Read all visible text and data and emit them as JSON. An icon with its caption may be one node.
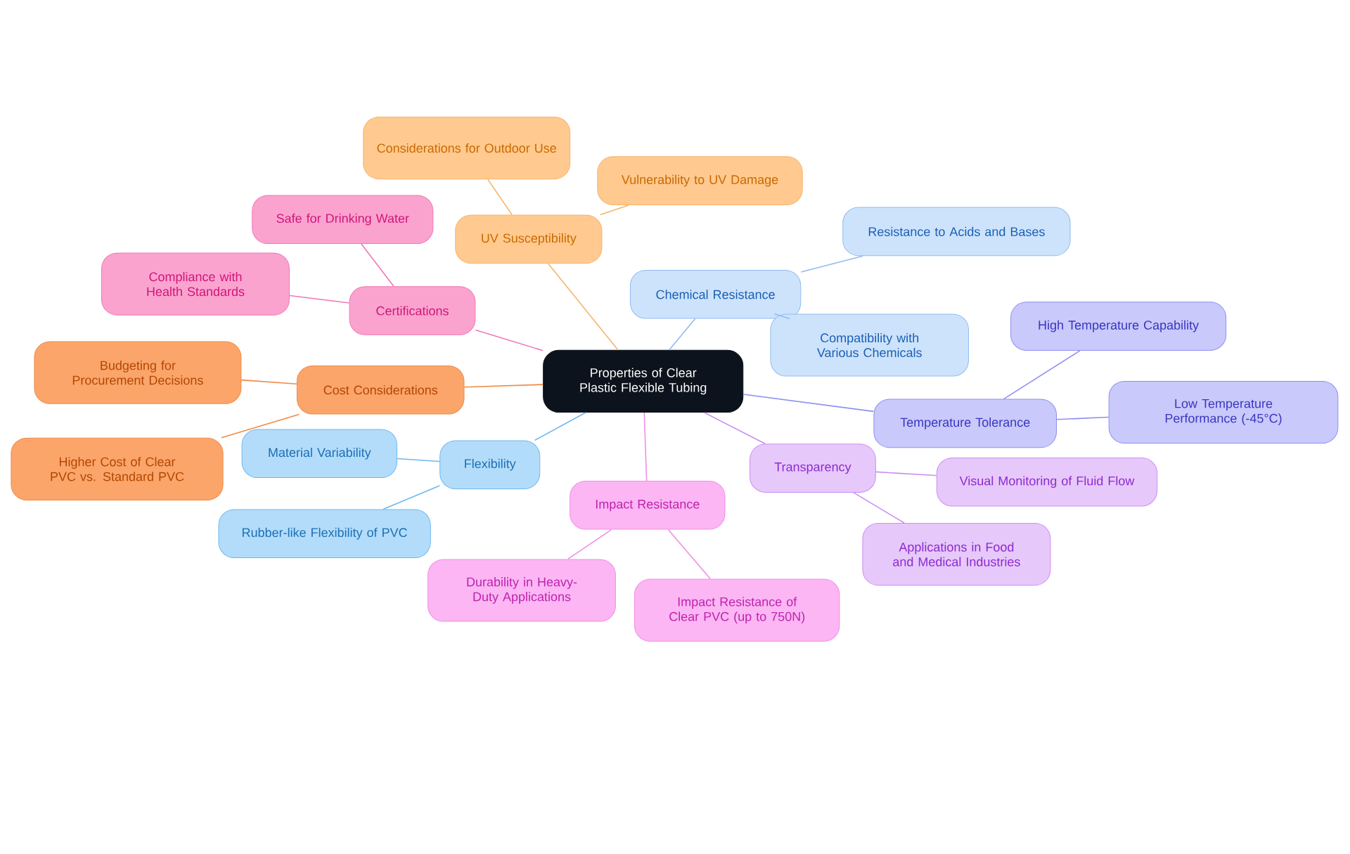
{
  "diagram": {
    "nodes": [
      {
        "text": [
          "Properties of Clear Plastic Flexible Tubing"
        ]
      },
      {
        "text": [
          "UV Susceptibility"
        ]
      },
      {
        "text": [
          "Considerations for Outdoor Use"
        ]
      },
      {
        "text": [
          "Vulnerability to UV Damage"
        ]
      },
      {
        "text": [
          "Chemical Resistance"
        ]
      },
      {
        "text": [
          "Resistance to Acids and Bases"
        ]
      },
      {
        "text": [
          "Compatibility with Various Chemicals"
        ]
      },
      {
        "text": [
          "Temperature Tolerance"
        ]
      },
      {
        "text": [
          "High Temperature Capability"
        ]
      },
      {
        "text": [
          "Low Temperature Performance (-45°C)"
        ]
      },
      {
        "text": [
          "Transparency"
        ]
      },
      {
        "text": [
          "Visual Monitoring of Fluid Flow"
        ]
      },
      {
        "text": [
          "Applications in Food and Medical Industries"
        ]
      },
      {
        "text": [
          "Impact Resistance"
        ]
      },
      {
        "text": [
          "Durability in Heavy-Duty Applications"
        ]
      },
      {
        "text": [
          "Impact Resistance of Clear PVC (up to 750N)"
        ]
      },
      {
        "text": [
          "Flexibility"
        ]
      },
      {
        "text": [
          "Material Variability"
        ]
      },
      {
        "text": [
          "Rubber-like Flexibility of PVC"
        ]
      },
      {
        "text": [
          "Cost Considerations"
        ]
      },
      {
        "text": [
          "Budgeting for Procurement Decisions"
        ]
      },
      {
        "text": [
          "Higher Cost of Clear PVC vs. Standard PVC"
        ]
      },
      {
        "text": [
          "Certifications"
        ]
      },
      {
        "text": [
          "Safe for Drinking Water"
        ]
      },
      {
        "text": [
          "Compliance with Health Standards"
        ]
      }
    ],
    "edges": [
      {
        "from": 0,
        "to": 1,
        "arrow": "none",
        "color": "#f5b56e"
      },
      {
        "from": 1,
        "to": 2,
        "arrow": "none",
        "color": "#f5b56e"
      },
      {
        "from": 1,
        "to": 3,
        "arrow": "none",
        "color": "#f5b56e"
      },
      {
        "from": 0,
        "to": 4,
        "arrow": "none",
        "color": "#8fbcf0"
      },
      {
        "from": 4,
        "to": 5,
        "arrow": "none",
        "color": "#8fbcf0"
      },
      {
        "from": 4,
        "to": 6,
        "arrow": "none",
        "color": "#8fbcf0"
      },
      {
        "from": 0,
        "to": 7,
        "arrow": "none",
        "color": "#8f8ff0"
      },
      {
        "from": 7,
        "to": 8,
        "arrow": "none",
        "color": "#8f8ff0"
      },
      {
        "from": 7,
        "to": 9,
        "arrow": "none",
        "color": "#8f8ff0"
      },
      {
        "from": 0,
        "to": 10,
        "arrow": "none",
        "color": "#c98ff2"
      },
      {
        "from": 10,
        "to": 11,
        "arrow": "none",
        "color": "#c98ff2"
      },
      {
        "from": 10,
        "to": 12,
        "arrow": "none",
        "color": "#c98ff2"
      },
      {
        "from": 0,
        "to": 13,
        "arrow": "none",
        "color": "#f08fe6"
      },
      {
        "from": 13,
        "to": 14,
        "arrow": "none",
        "color": "#f08fe6"
      },
      {
        "from": 13,
        "to": 15,
        "arrow": "none",
        "color": "#f08fe6"
      },
      {
        "from": 0,
        "to": 16,
        "arrow": "none",
        "color": "#6eb8ec"
      },
      {
        "from": 16,
        "to": 17,
        "arrow": "none",
        "color": "#6eb8ec"
      },
      {
        "from": 16,
        "to": 18,
        "arrow": "none",
        "color": "#6eb8ec"
      },
      {
        "from": 0,
        "to": 19,
        "arrow": "none",
        "color": "#f08a45"
      },
      {
        "from": 19,
        "to": 20,
        "arrow": "none",
        "color": "#f08a45"
      },
      {
        "from": 19,
        "to": 21,
        "arrow": "none",
        "color": "#f08a45"
      },
      {
        "from": 0,
        "to": 22,
        "arrow": "none",
        "color": "#ef78b4"
      },
      {
        "from": 22,
        "to": 23,
        "arrow": "none",
        "color": "#ef78b4"
      },
      {
        "from": 22,
        "to": 24,
        "arrow": "none",
        "color": "#ef78b4"
      }
    ]
  }
}
